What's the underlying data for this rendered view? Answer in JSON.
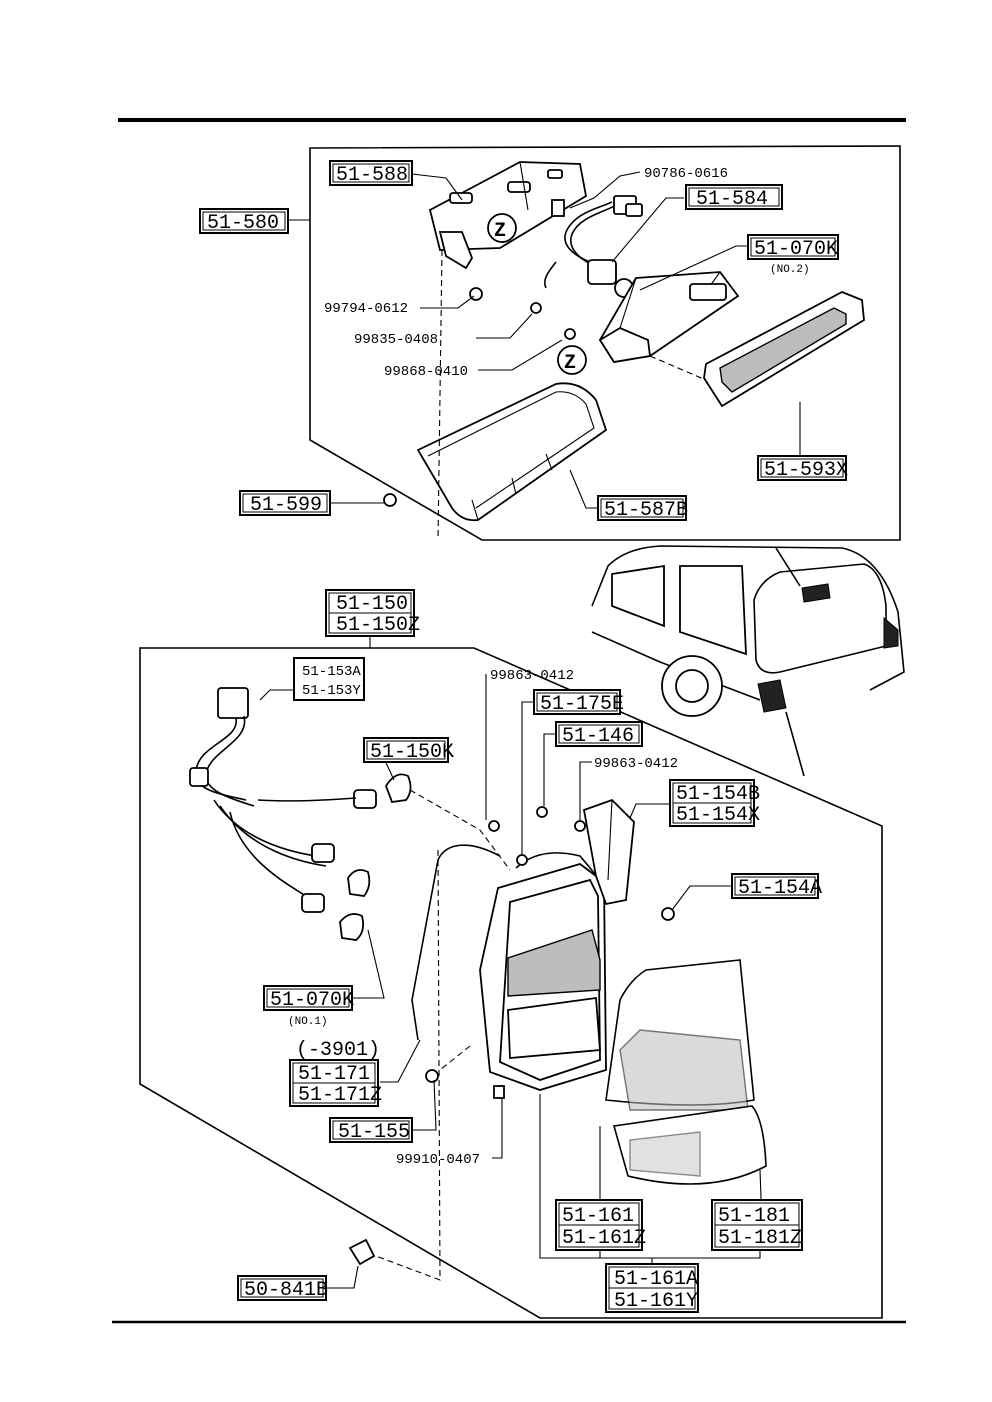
{
  "diagram": {
    "top_section": {
      "labels": {
        "assembly": "51-580",
        "bracket": "51-588",
        "screw_9078": "90786-0616",
        "socket": "51-584",
        "bulb": "51-070K",
        "bulb_note": "(NO.2)",
        "screw_9979": "99794-0612",
        "screw_9983": "99835-0408",
        "screw_9986": "99868-0410",
        "lens": "51-593X",
        "cover": "51-587B",
        "clip": "51-599",
        "marker_a": "Z",
        "marker_b": "Z"
      }
    },
    "bottom_section": {
      "labels": {
        "assembly_1": "51-150",
        "assembly_2": "51-150Z",
        "harness_1": "51-153A",
        "harness_2": "51-153Y",
        "screw_a": "99863-0412",
        "part_175": "51-175E",
        "part_146": "51-146",
        "screw_b": "99863-0412",
        "bulb_150k": "51-150K",
        "bracket_1": "51-154B",
        "bracket_2": "51-154X",
        "bolt": "51-154A",
        "bulb_070k": "51-070K",
        "bulb_note": "(NO.1)",
        "code_note": "(-3901)",
        "gasket_1": "51-171",
        "gasket_2": "51-171Z",
        "nut": "51-155",
        "screw_c": "99910-0407",
        "lens_161_1": "51-161",
        "lens_161_2": "51-161Z",
        "lens_181_1": "51-181",
        "lens_181_2": "51-181Z",
        "lens_assy_1": "51-161A",
        "lens_assy_2": "51-161Y",
        "grommet": "50-841B"
      }
    }
  }
}
